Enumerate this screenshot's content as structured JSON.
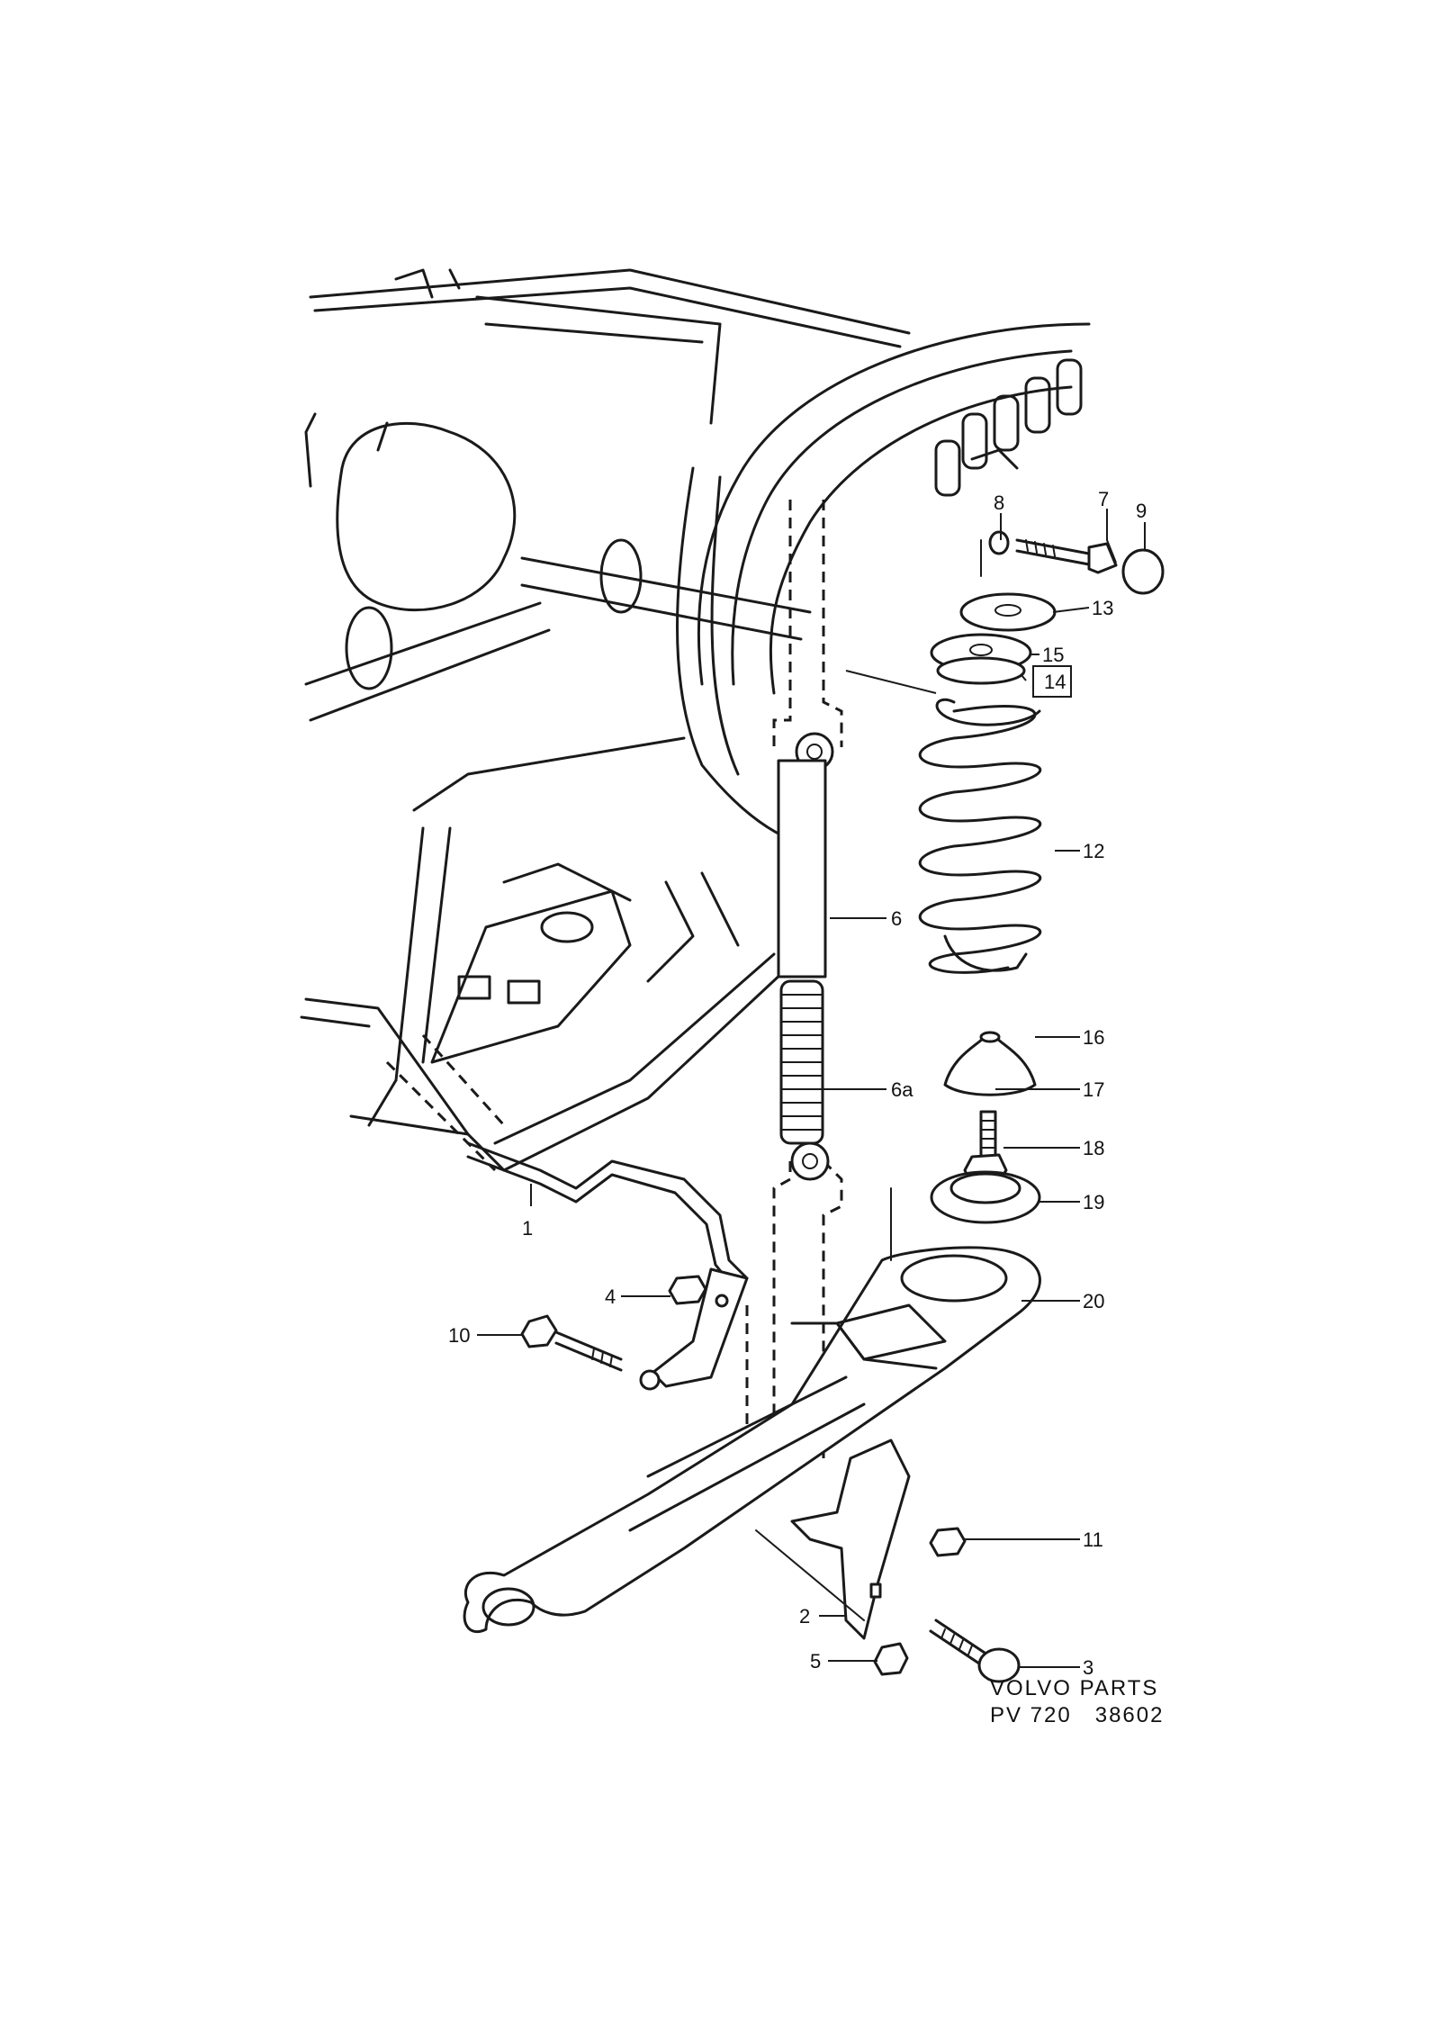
{
  "callouts": {
    "c1": "1",
    "c2": "2",
    "c3": "3",
    "c4": "4",
    "c5": "5",
    "c6": "6",
    "c6a": "6a",
    "c7": "7",
    "c8": "8",
    "c9": "9",
    "c10": "10",
    "c11": "11",
    "c12": "12",
    "c13": "13",
    "c14": "14",
    "c15": "15",
    "c16": "16",
    "c17": "17",
    "c18": "18",
    "c19": "19",
    "c20": "20"
  },
  "footer": {
    "brand": "VOLVO PARTS",
    "code": "PV 720   38602"
  }
}
